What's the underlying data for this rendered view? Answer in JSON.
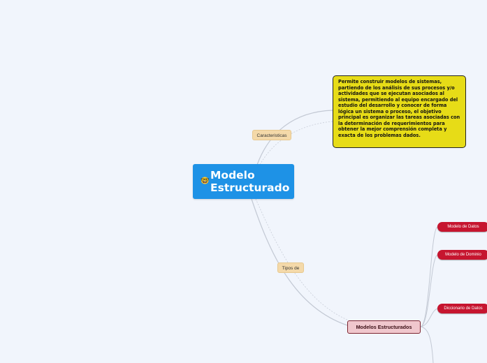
{
  "central_topic": {
    "emoji": "🤓",
    "emoji_icon": "nerd-face-icon",
    "title": "Modelo Estructurado",
    "color": "#1e92e6"
  },
  "relationships": {
    "caracteristicas": "Caracteristicas",
    "tipos": "Tipos de"
  },
  "callout": {
    "text": "Permite construir modelos de sistemas, partiendo de los análisis de sus procesos y/o actividades que se ejecutan asociados al sistema, permitiendo al equipo encargado del estudio del desarrollo y conocer de forma lógica un sistema o proceso, el objetivo principal es organizar las tareas asociadas con la determinación de requerimientos para obtener la mejor comprensión completa y exacta de los problemas dados.",
    "color": "#e7dc17"
  },
  "subtopic": {
    "label": "Modelos Estructurados",
    "color": "#f0c7cd"
  },
  "children": [
    {
      "label": "Modelo de Datos"
    },
    {
      "label": "Modelo de Dominio"
    },
    {
      "label": "Diccionario de Datos"
    }
  ],
  "accent_colors": {
    "child_pill": "#c6152f",
    "connector": "#c3c9d4",
    "relationship_label": "#f4d9a9"
  }
}
